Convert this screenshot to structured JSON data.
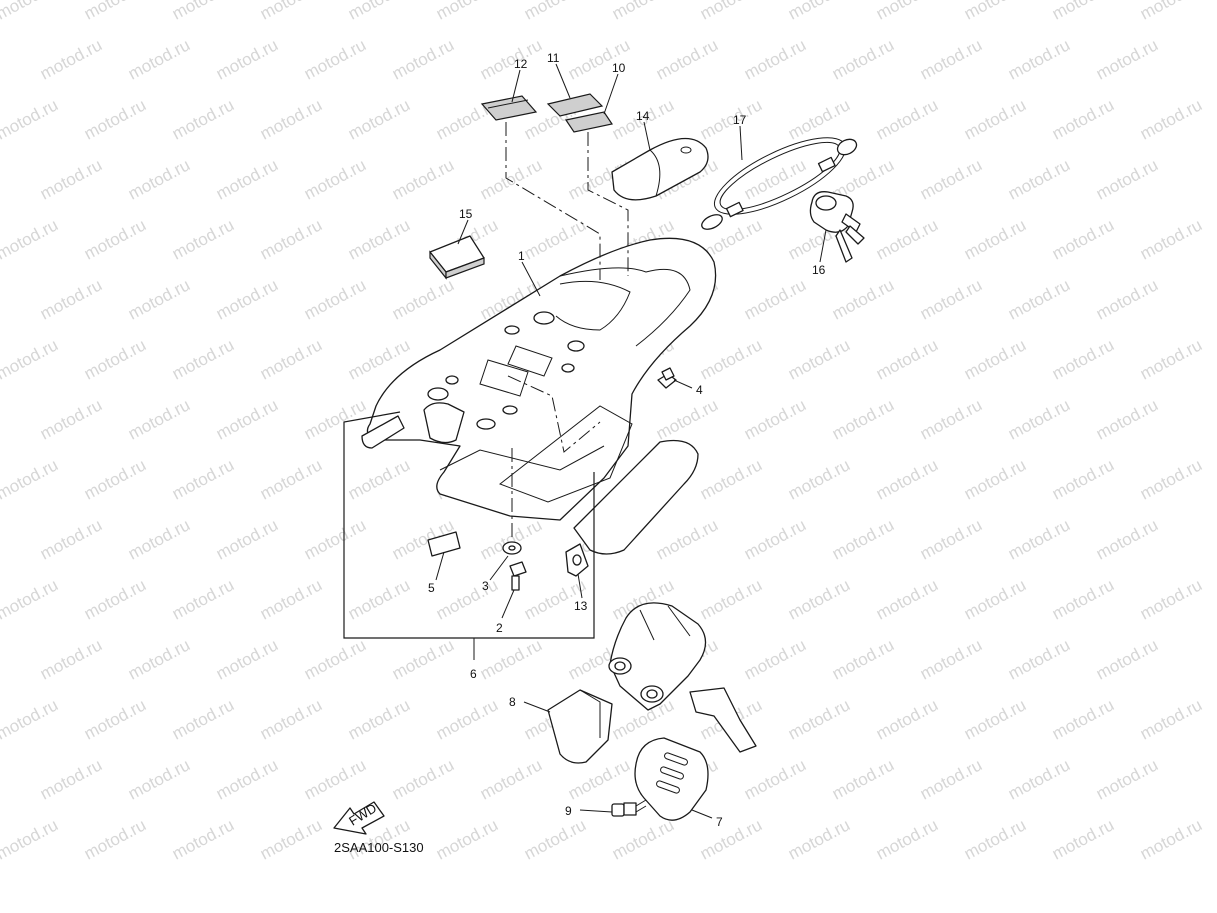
{
  "watermark": {
    "text": "motod.ru",
    "color": "#d6d6d6"
  },
  "reference_code": "2SAA100-S130",
  "fwd_arrow_label": "FWD",
  "callouts": [
    {
      "id": "c1",
      "label": "1"
    },
    {
      "id": "c2",
      "label": "2"
    },
    {
      "id": "c3",
      "label": "3"
    },
    {
      "id": "c4",
      "label": "4"
    },
    {
      "id": "c5",
      "label": "5"
    },
    {
      "id": "c6",
      "label": "6"
    },
    {
      "id": "c7",
      "label": "7"
    },
    {
      "id": "c8",
      "label": "8"
    },
    {
      "id": "c9",
      "label": "9"
    },
    {
      "id": "c10",
      "label": "10"
    },
    {
      "id": "c11",
      "label": "11"
    },
    {
      "id": "c12",
      "label": "12"
    },
    {
      "id": "c13",
      "label": "13"
    },
    {
      "id": "c14",
      "label": "14"
    },
    {
      "id": "c15",
      "label": "15"
    },
    {
      "id": "c16",
      "label": "16"
    },
    {
      "id": "c17",
      "label": "17"
    }
  ]
}
